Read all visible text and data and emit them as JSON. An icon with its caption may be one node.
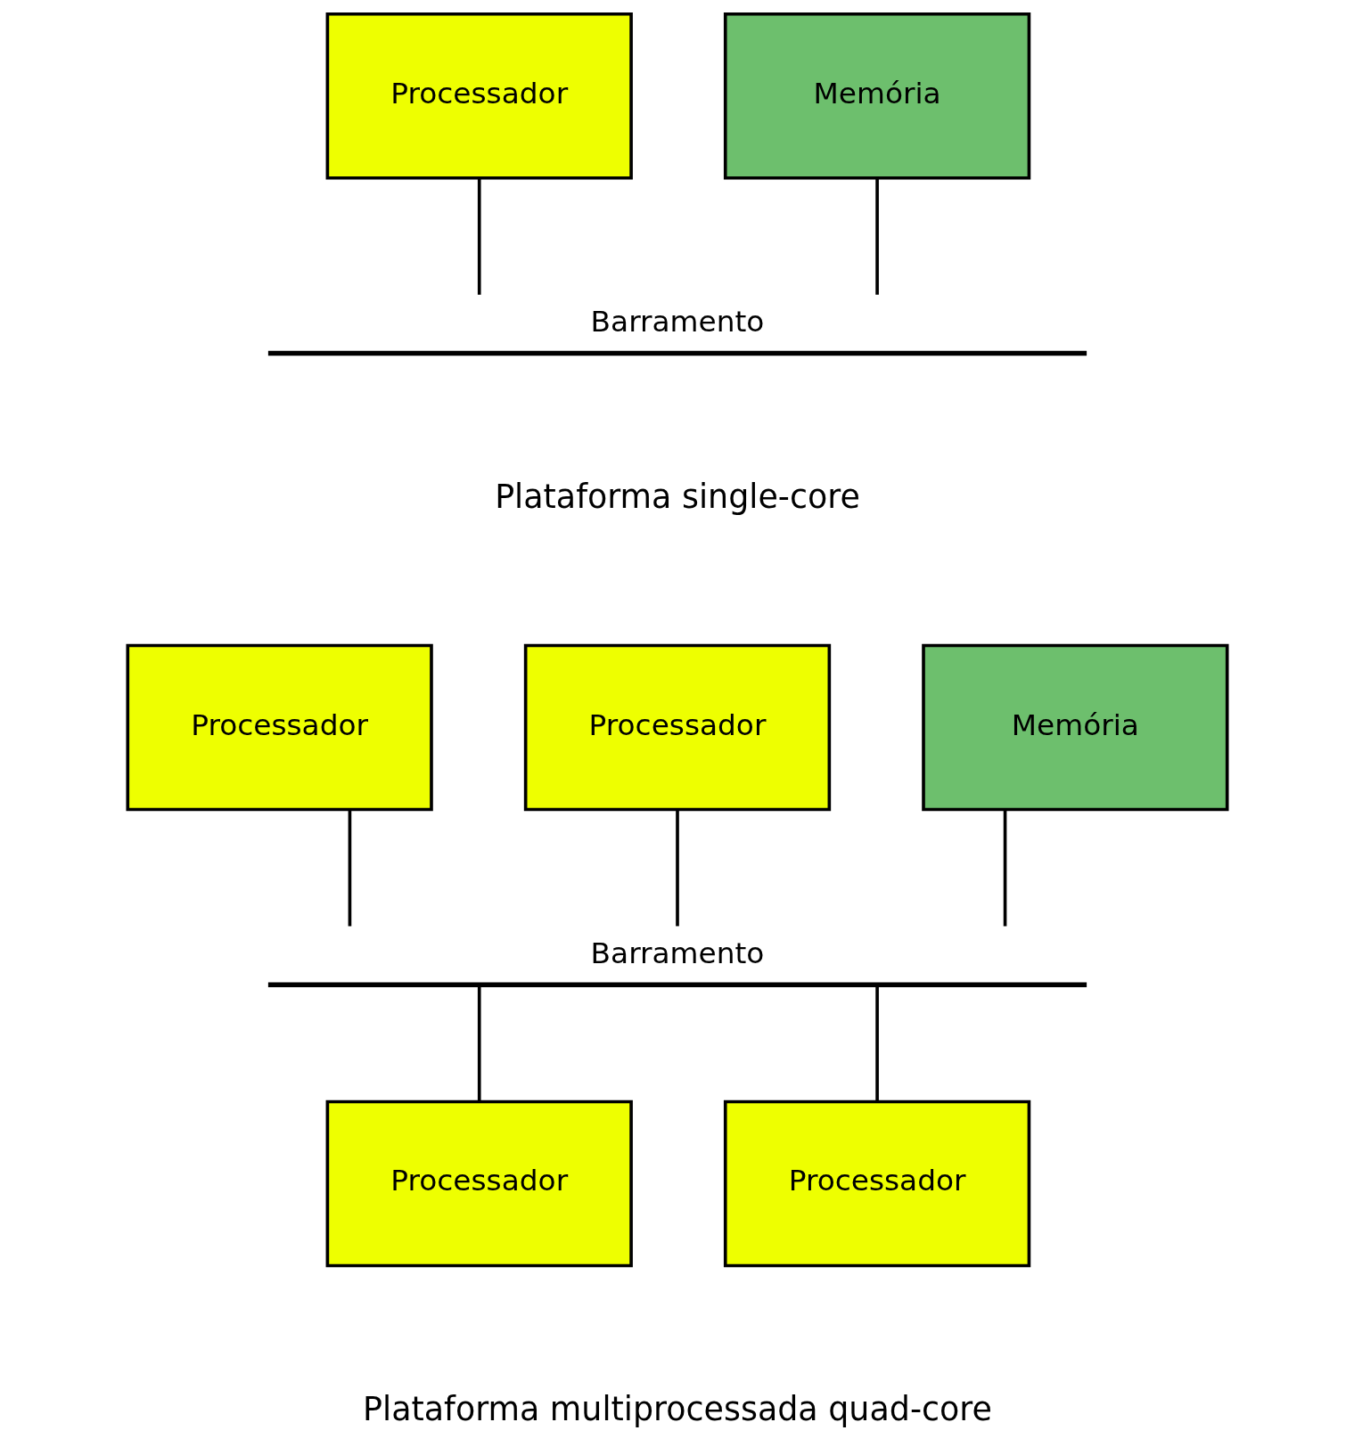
{
  "diagram": {
    "nodes": [
      {
        "text": [
          "Processador"
        ]
      },
      {
        "text": [
          "Memória"
        ]
      },
      {
        "text": [
          "Barramento"
        ]
      },
      {
        "text": [
          "Processador"
        ]
      },
      {
        "text": [
          "Processador"
        ]
      },
      {
        "text": [
          "Memória"
        ]
      },
      {
        "text": [
          "Barramento"
        ]
      },
      {
        "text": [
          "Processador"
        ]
      },
      {
        "text": [
          "Processador"
        ]
      }
    ],
    "edges": [
      {
        "from": 0,
        "to": 2,
        "arrow": "none"
      },
      {
        "from": 1,
        "to": 2,
        "arrow": "none"
      },
      {
        "from": 3,
        "to": 6,
        "arrow": "none"
      },
      {
        "from": 4,
        "to": 6,
        "arrow": "none"
      },
      {
        "from": 5,
        "to": 6,
        "arrow": "none"
      },
      {
        "from": 6,
        "to": 7,
        "arrow": "none"
      },
      {
        "from": 6,
        "to": 8,
        "arrow": "none"
      }
    ],
    "labels": [
      "Plataforma single-core",
      "Plataforma multiprocessada quad-core"
    ]
  }
}
